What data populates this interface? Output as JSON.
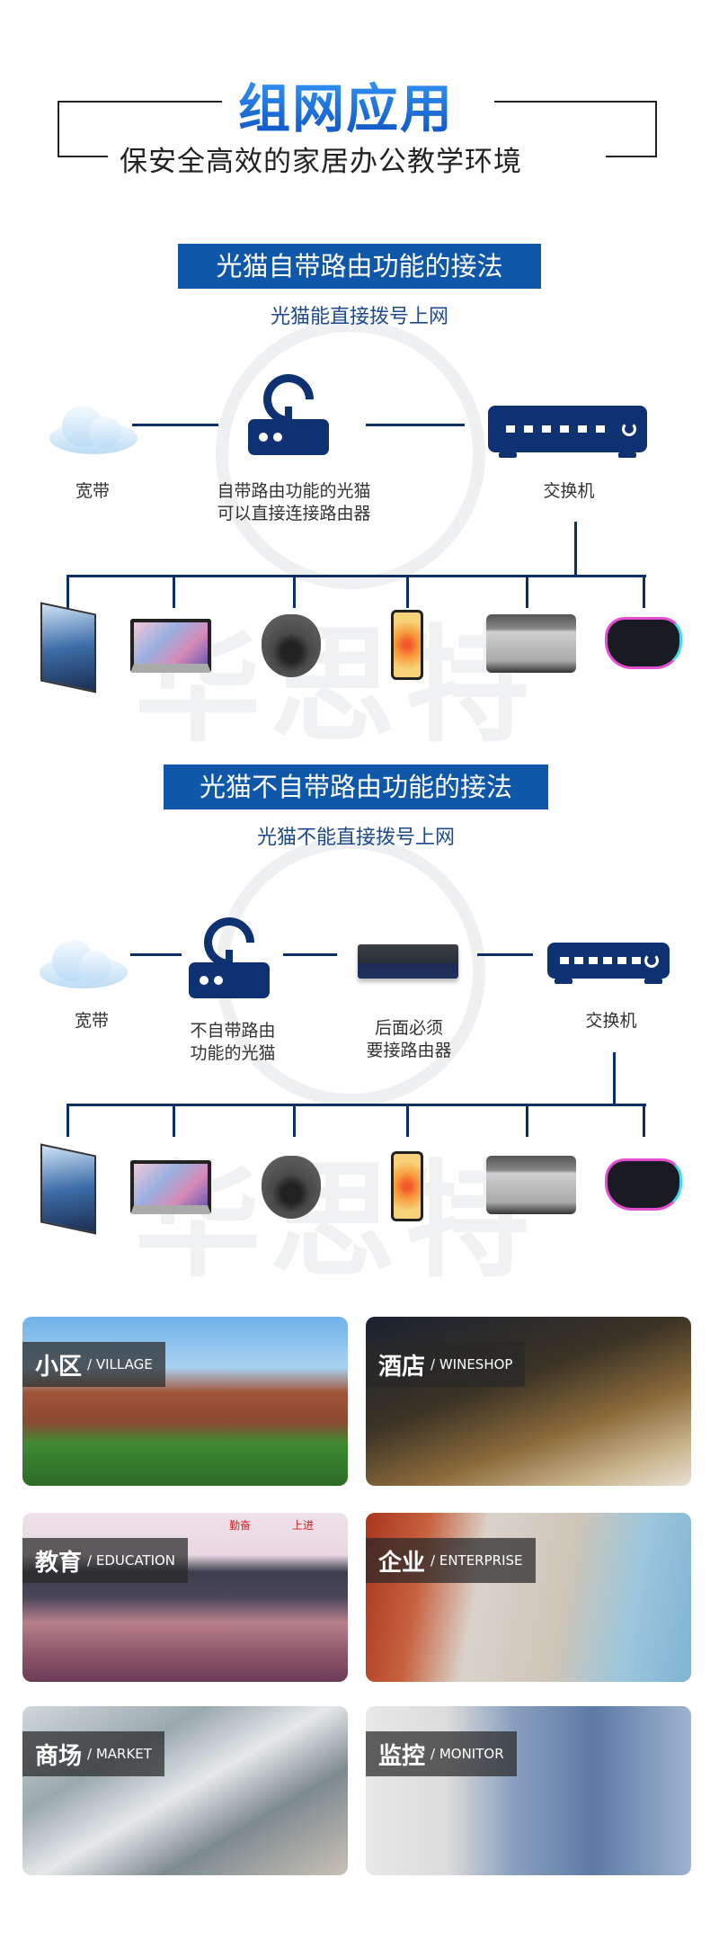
{
  "header": {
    "title": "组网应用",
    "subtitle": "保安全高效的家居办公教学环境"
  },
  "section1": {
    "banner": "光猫自带路由功能的接法",
    "subtitle": "光猫能直接拨号上网",
    "nodes": [
      {
        "icon": "cloud-icon",
        "label": "宽带"
      },
      {
        "icon": "router-icon",
        "label_line1": "自带路由功能的光猫",
        "label_line2": "可以直接连接路由器"
      },
      {
        "icon": "switch-icon",
        "label": "交换机"
      }
    ]
  },
  "section2": {
    "banner": "光猫不自带路由功能的接法",
    "subtitle": "光猫不能直接拨号上网",
    "nodes": [
      {
        "icon": "cloud-icon",
        "label": "宽带"
      },
      {
        "icon": "router-icon",
        "label_line1": "不自带路由",
        "label_line2": "功能的光猫"
      },
      {
        "icon": "gateway-router-icon",
        "label_line1": "后面必须",
        "label_line2": "要接路由器"
      },
      {
        "icon": "switch-icon",
        "label": "交换机"
      }
    ]
  },
  "devices": [
    "tv-icon",
    "laptop-icon",
    "camera-icon",
    "phone-icon",
    "printer-icon",
    "gamepad-icon"
  ],
  "watermark": "华思特",
  "scenarios": [
    {
      "cn": "小区",
      "en": "/ VILLAGE"
    },
    {
      "cn": "酒店",
      "en": "/ WINESHOP"
    },
    {
      "cn": "教育",
      "en": "/ EDUCATION",
      "sign1": "勤奋",
      "sign2": "上进"
    },
    {
      "cn": "企业",
      "en": "/ ENTERPRISE"
    },
    {
      "cn": "商场",
      "en": "/ MARKET"
    },
    {
      "cn": "监控",
      "en": "/ MONITOR"
    }
  ],
  "colors": {
    "accent": "#0f57a8",
    "line": "#0e2f66",
    "title": "#1a6fd6"
  }
}
